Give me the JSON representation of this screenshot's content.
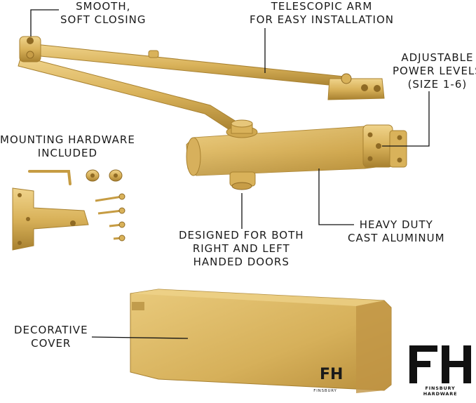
{
  "labels": {
    "smooth": [
      "SMOOTH,",
      "SOFT CLOSING"
    ],
    "telescopic": [
      "TELESCOPIC ARM",
      "FOR EASY INSTALLATION"
    ],
    "adjustable": [
      "ADJUSTABLE",
      "POWER LEVELS",
      "(SIZE 1-6)"
    ],
    "mounting": [
      "MOUNTING HARDWARE",
      "INCLUDED"
    ],
    "designed": [
      "DESIGNED FOR BOTH",
      "RIGHT AND LEFT",
      "HANDED DOORS"
    ],
    "heavy": [
      "HEAVY DUTY",
      "CAST ALUMINUM"
    ],
    "cover": [
      "DECORATIVE",
      "COVER"
    ]
  },
  "brand": {
    "logo_letters": "FH",
    "name": "FINSBURY HARDWARE",
    "cover_name": "FINSBURY"
  },
  "colors": {
    "gold": "#d9b25a",
    "gold_dark": "#a88130",
    "gold_light": "#f0d48c",
    "text": "#1a1a1a"
  }
}
